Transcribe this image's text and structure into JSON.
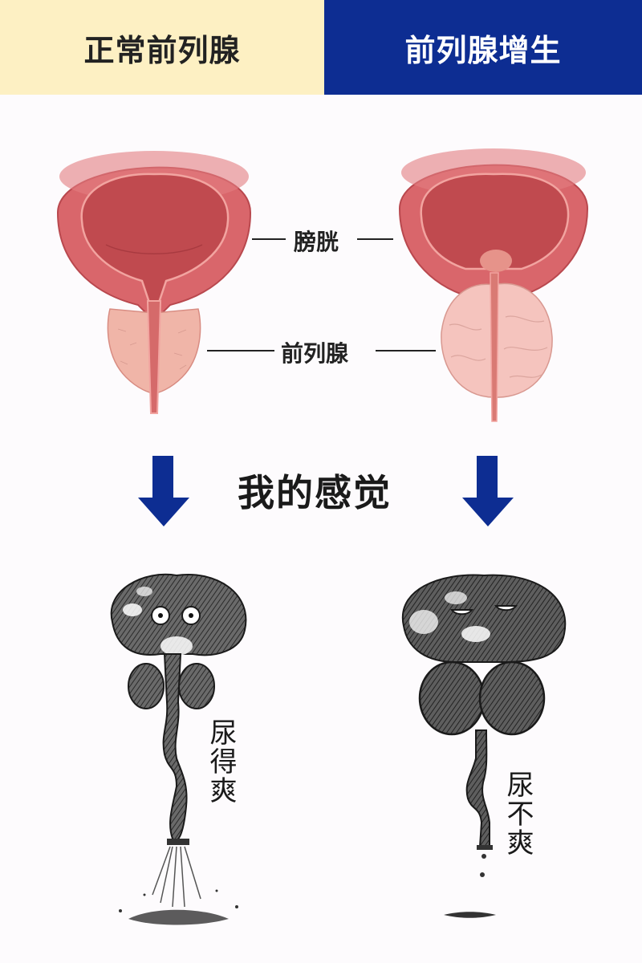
{
  "header": {
    "left_title": "正常前列腺",
    "right_title": "前列腺增生",
    "left_bg": "#fdf0c3",
    "right_bg": "#0d2d92"
  },
  "diagram": {
    "labels": {
      "bladder": "膀胱",
      "prostate": "前列腺"
    },
    "left_organ": "normal-prostate-with-bladder",
    "right_organ": "enlarged-prostate-with-bladder"
  },
  "feeling": {
    "title": "我的感觉",
    "arrow_color": "#0d2d92",
    "left_caption": "尿得爽",
    "right_caption": "尿不爽",
    "left_character": "happy-prostate-cartoon-strong-stream",
    "right_character": "sad-prostate-cartoon-dribble"
  },
  "colors": {
    "bladder_outer": "#d9666b",
    "bladder_inner": "#c04a4f",
    "prostate_normal": "#f0b5a8",
    "prostate_enlarged": "#f5c4be",
    "ink": "#333333"
  }
}
